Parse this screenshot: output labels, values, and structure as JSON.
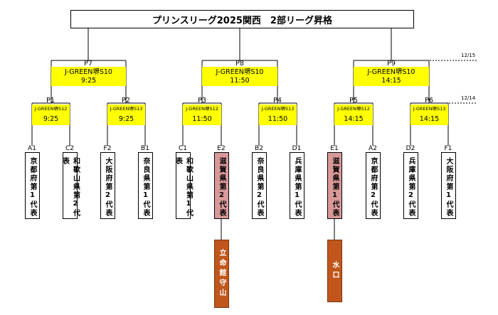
{
  "title": "プリンスリーグ2025関西　2部リーグ昇格",
  "semis": [
    {
      "label": "P7",
      "venue": "J-GREEN堺S10",
      "time": "9:25"
    },
    {
      "label": "P8",
      "venue": "J-GREEN堺S10",
      "time": "11:50"
    },
    {
      "label": "P9",
      "venue": "J-GREEN堺S10",
      "time": "14:15"
    }
  ],
  "round1": [
    {
      "label": "P1",
      "venue": "J-GREEN堺S12",
      "time": "9:25"
    },
    {
      "label": "P2",
      "venue": "J-GREEN堺S13",
      "time": "9:25"
    },
    {
      "label": "P3",
      "venue": "J-GREEN堺S12",
      "time": "11:50"
    },
    {
      "label": "P4",
      "venue": "J-GREEN堺S13",
      "time": "11:50"
    },
    {
      "label": "P5",
      "venue": "J-GREEN堺S12",
      "time": "14:15"
    },
    {
      "label": "P6",
      "venue": "J-GREEN堺S13",
      "time": "14:15"
    }
  ],
  "dates": {
    "semis": "12/15",
    "round1": "12/14"
  },
  "teams": [
    {
      "code": "A1",
      "name": "京都府第1代表",
      "highlight": false
    },
    {
      "code": "C2",
      "name": "和歌山県第2代表",
      "highlight": false
    },
    {
      "code": "F2",
      "name": "大阪府第2代表",
      "highlight": false
    },
    {
      "code": "B1",
      "name": "奈良県第1代表",
      "highlight": false
    },
    {
      "code": "C1",
      "name": "和歌山県第1代表",
      "highlight": false
    },
    {
      "code": "E2",
      "name": "滋賀県第2代表",
      "highlight": true
    },
    {
      "code": "B2",
      "name": "奈良県第2代表",
      "highlight": false
    },
    {
      "code": "D1",
      "name": "兵庫県第1代表",
      "highlight": false
    },
    {
      "code": "E1",
      "name": "滋賀県第1代表",
      "highlight": true
    },
    {
      "code": "A2",
      "name": "京都府第2代表",
      "highlight": false
    },
    {
      "code": "D2",
      "name": "兵庫県第2代表",
      "highlight": false
    },
    {
      "code": "F1",
      "name": "大阪府第1代表",
      "highlight": false
    }
  ],
  "winners": [
    {
      "team_index": 5,
      "name": "立命館守山"
    },
    {
      "team_index": 8,
      "name": "水口"
    }
  ],
  "colors": {
    "match_box": "#ffff00",
    "advanced_team": "#d9999a",
    "winner_box": "#c0561c"
  }
}
